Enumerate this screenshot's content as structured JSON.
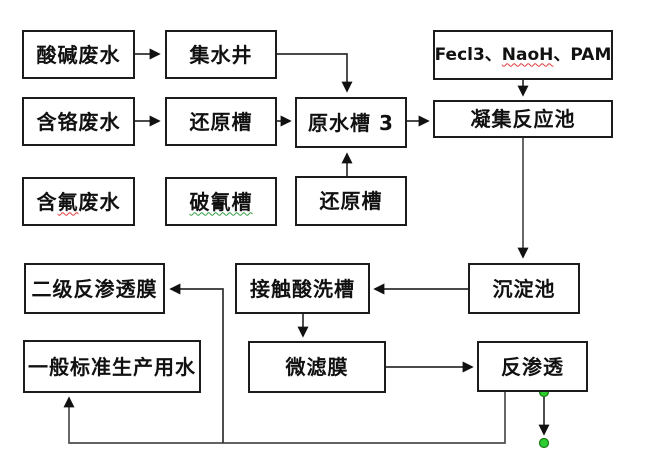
{
  "diagram": {
    "nodes": {
      "acid_alkali": {
        "label": "酸碱废水"
      },
      "collection_well": {
        "label": "集水井"
      },
      "chemicals": {
        "prefix": "Fecl3、",
        "misspelled": "NaoH",
        "suffix": "、PAM"
      },
      "chrome_waste": {
        "label": "含铬废水"
      },
      "reduction_tank_1": {
        "label": "还原槽"
      },
      "raw_water_tank": {
        "label": "原水槽 3"
      },
      "coagulation_tank": {
        "label": "凝集反应池"
      },
      "fluoride_waste": {
        "prefix": "含",
        "marked": "氟",
        "suffix": "废水"
      },
      "cyanide_breaking": {
        "label": "破氰槽"
      },
      "reduction_tank_2": {
        "label": "还原槽"
      },
      "secondary_ro": {
        "label": "二级反渗透膜"
      },
      "contact_acid_wash": {
        "label": "接触酸洗槽"
      },
      "sedimentation": {
        "label": "沉淀池"
      },
      "general_water": {
        "label": "一般标准生产用水"
      },
      "micro_membrane": {
        "label": "微滤膜"
      },
      "reverse_osmosis": {
        "label": "反渗透"
      }
    },
    "colors": {
      "box_border": "#1c1c1c",
      "connector": "#303030",
      "return_line": "#4d4d4d",
      "handle_fill": "#2ecc2e",
      "handle_stroke": "#157a15",
      "spell_error_red": "#e03a3a",
      "spell_error_green": "#2e9e3e"
    }
  }
}
